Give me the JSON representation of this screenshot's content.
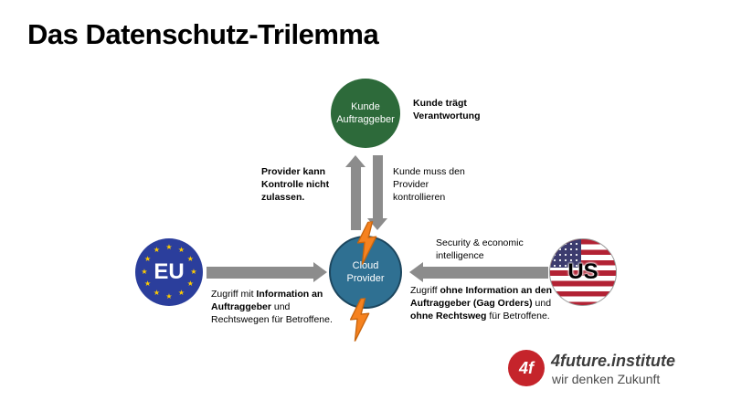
{
  "title": "Das Datenschutz-Trilemma",
  "nodes": {
    "kunde": {
      "line1": "Kunde",
      "line2": "Auftraggeber"
    },
    "cloud": {
      "line1": "Cloud",
      "line2": "Provider"
    },
    "eu": {
      "label": "EU"
    },
    "us": {
      "label": "US"
    }
  },
  "annotations": {
    "kunde_responsibility": "Kunde trägt Verantwortung",
    "provider_control": "Provider kann Kontrolle nicht zulassen.",
    "kunde_must_control": "Kunde muss den Provider kontrollieren",
    "security_intelligence": "Security & economic intelligence",
    "eu_access": {
      "seg0": "Zugriff mit ",
      "seg1": "Information an Auftraggeber",
      "seg2": " und Rechtswegen für Betroffene."
    },
    "us_access": {
      "seg0": "Zugriff ",
      "seg1": "ohne Information an den Auftraggeber (Gag Orders)",
      "seg2": " und ",
      "seg3": "ohne Rechtsweg",
      "seg4": " für Betroffene."
    }
  },
  "logo": {
    "mark": "4f",
    "name": "4future.institute",
    "tagline": "wir denken Zukunft"
  },
  "icons": {
    "star": "★",
    "lightning": "lightning-bolt"
  },
  "colors": {
    "kunde_green": "#2d6a3a",
    "cloud_blue": "#2f7092",
    "eu_blue": "#2b3e9c",
    "eu_star_gold": "#ffcc00",
    "us_red": "#b22234",
    "us_canton_blue": "#3c3b6e",
    "arrow_gray": "#8c8c8c",
    "bolt_orange": "#f6821f",
    "logo_red": "#c5242b"
  }
}
